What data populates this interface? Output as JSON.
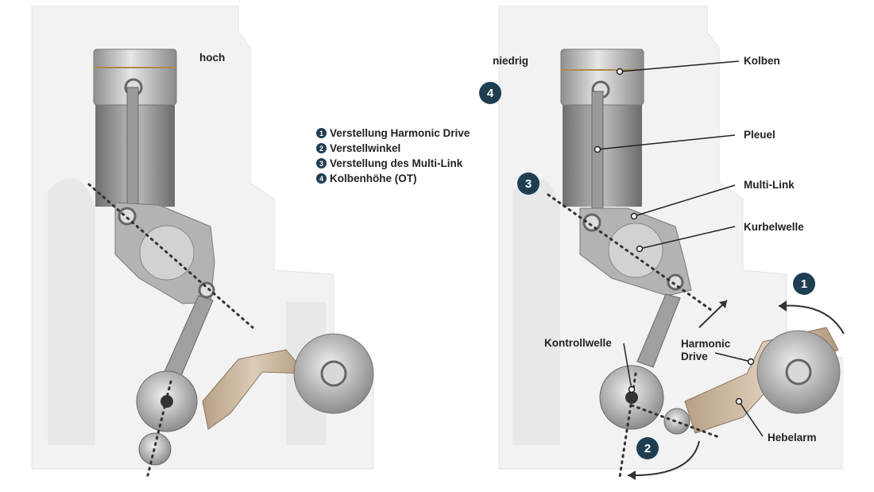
{
  "left_engine": {
    "height_label": "hoch"
  },
  "right_engine": {
    "height_label": "niedrig",
    "labels": {
      "kolben": "Kolben",
      "pleuel": "Pleuel",
      "multi_link": "Multi-Link",
      "kurbelwelle": "Kurbelwelle",
      "kontrollwelle": "Kontrollwelle",
      "harmonic_drive_1": "Harmonic",
      "harmonic_drive_2": "Drive",
      "hebelarm": "Hebelarm"
    },
    "badges": {
      "b1": "1",
      "b2": "2",
      "b3": "3",
      "b4": "4"
    }
  },
  "legend": {
    "items": [
      {
        "num": "1",
        "text": "Verstellung Harmonic Drive"
      },
      {
        "num": "2",
        "text": "Verstellwinkel"
      },
      {
        "num": "3",
        "text": "Verstellung des Multi-Link"
      },
      {
        "num": "4",
        "text": "Kolbenhöhe (OT)"
      }
    ]
  },
  "colors": {
    "badge": "#1f3e52",
    "block": "#f1f1f1",
    "metal": "#a9a9a9",
    "lever": "#c9b49a"
  }
}
